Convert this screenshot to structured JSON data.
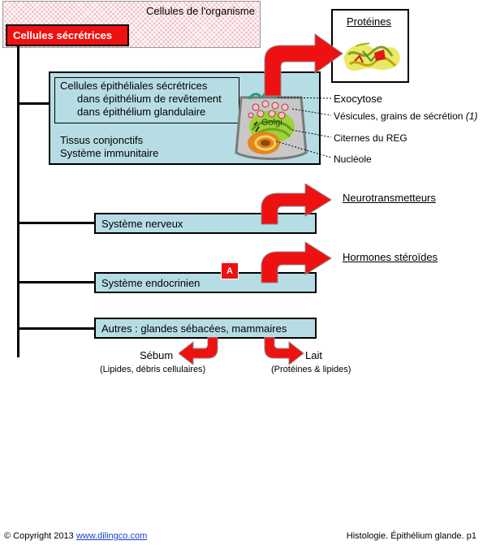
{
  "header": {
    "organism_label": "Cellules de l'organisme",
    "secretory_label": "Cellules sécrétrices"
  },
  "proteins_box": {
    "title": "Protéines"
  },
  "epithelial_box": {
    "line1": "Cellules épithéliales sécrétrices",
    "line2": "dans épithélium de revêtement",
    "line3": "dans épithélium glandulaire",
    "line4": "Tissus conjonctifs",
    "line5": "Système immunitaire"
  },
  "cell_labels": {
    "golgi": "Golgi",
    "exocytose": "Exocytose",
    "vesicules": "Vésicules, grains de sécrétion ",
    "vesicules_ref": "(1)",
    "citernes": "Citernes du REG",
    "nucleole": "Nucléole"
  },
  "nervous": {
    "label": "Système nerveux",
    "output": "Neurotransmetteurs"
  },
  "endocrine": {
    "label": "Système endocrinien",
    "output": "Hormones stéroïdes",
    "badge": "A"
  },
  "others": {
    "label": "Autres : glandes sébacées, mammaires",
    "sebum": "Sébum",
    "sebum_detail": "(Lipides, débris cellulaires)",
    "lait": "Lait",
    "lait_detail": "(Protéines & lipides)"
  },
  "footer": {
    "copyright": "© Copyright 2013 ",
    "link": "www.dilingco.com",
    "page": "Histologie. Épithélium glande. p1"
  },
  "colors": {
    "red": "#ee1111",
    "teal": "#b6dde4",
    "link": "#1a3fcc"
  }
}
